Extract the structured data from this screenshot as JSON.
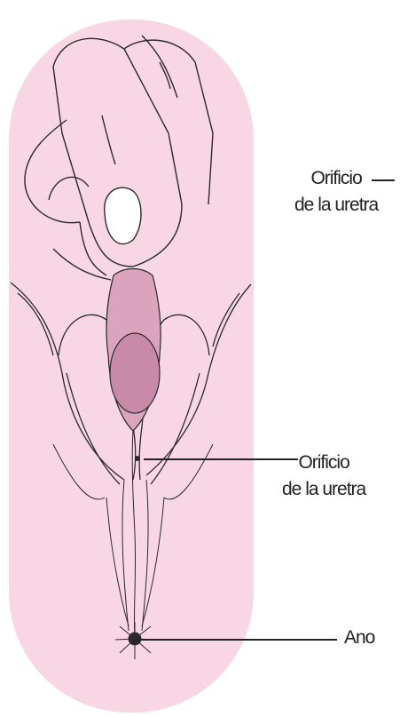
{
  "labels": {
    "top": [
      "Orificio",
      "de la uretra"
    ],
    "middle": [
      "Orificio",
      "de la uretra"
    ],
    "bottom": "Ano"
  },
  "colors": {
    "background_shape": "#f9d6e4",
    "tissue": "#dca3bd",
    "tissue_dark": "#c98aa8",
    "line": "#222222"
  }
}
